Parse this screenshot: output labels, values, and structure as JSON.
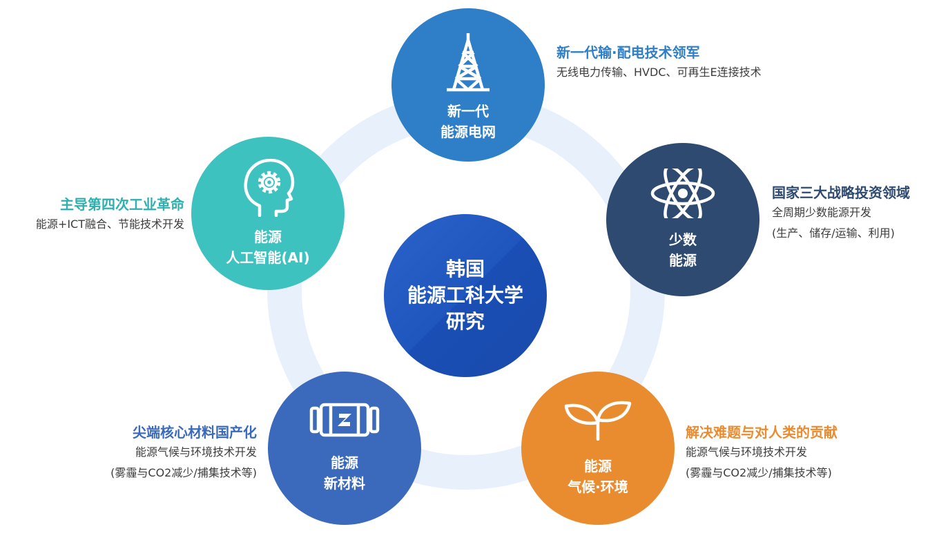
{
  "center": {
    "line1": "韩国",
    "line2": "能源工科大学",
    "line3": "研究"
  },
  "nodes": {
    "grid": {
      "label1": "新一代",
      "label2": "能源电网",
      "icon": "power-tower-icon",
      "color": "#2f7ec8",
      "title": "新一代输·配电技术领军",
      "desc1": "无线电力传输、HVDC、可再生E连接技术"
    },
    "rare": {
      "label1": "少数",
      "label2": "能源",
      "icon": "atom-icon",
      "color": "#2e4a70",
      "title": "国家三大战略投资领域",
      "desc1": "全周期少数能源开发",
      "desc2": "(生产、储存/运输、利用)"
    },
    "climate": {
      "label1": "能源",
      "label2": "气候·环境",
      "icon": "sprout-icon",
      "color": "#e98c30",
      "title": "解决难题与对人类的贡献",
      "desc1": "能源气候与环境技术开发",
      "desc2": "(雾霾与CO2减少/捕集技术等)"
    },
    "material": {
      "label1": "能源",
      "label2": "新材料",
      "icon": "battery-material-icon",
      "color": "#3b69bb",
      "title": "尖端核心材料国产化",
      "desc1": "能源气候与环境技术开发",
      "desc2": "(雾霾与CO2减少/捕集技术等)"
    },
    "ai": {
      "label1": "能源",
      "label2": "人工智能(AI)",
      "icon": "head-gear-icon",
      "color": "#3ec2c0",
      "title": "主导第四次工业革命",
      "desc1": "能源+ICT融合、节能技术开发"
    }
  }
}
